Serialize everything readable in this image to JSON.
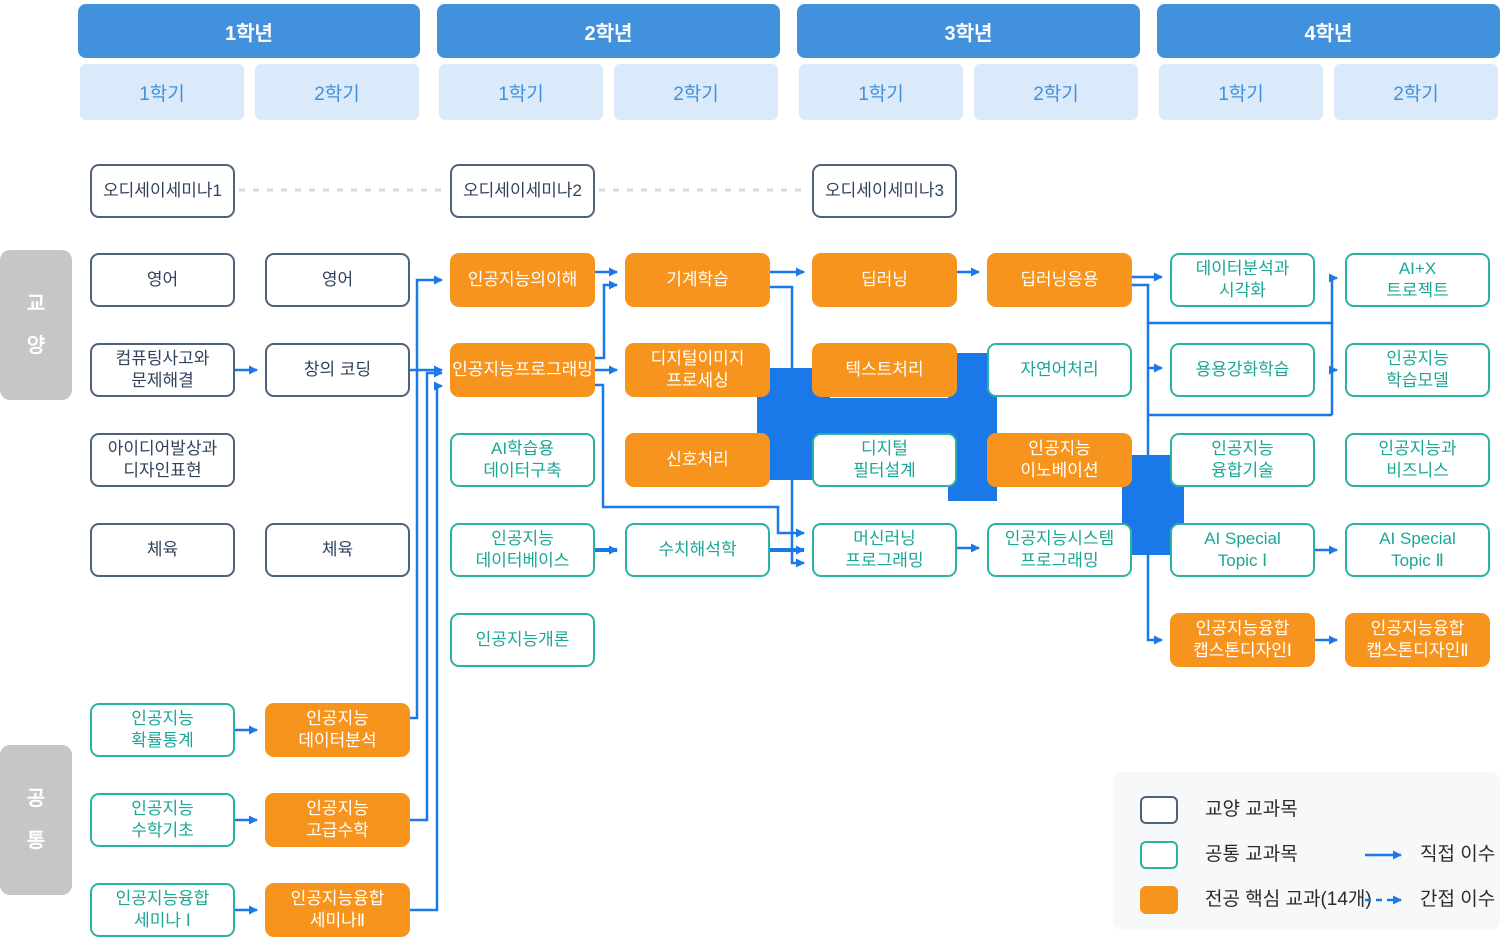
{
  "years": [
    {
      "label": "1학년",
      "semesters": [
        "1학기",
        "2학기"
      ]
    },
    {
      "label": "2학년",
      "semesters": [
        "1학기",
        "2학기"
      ]
    },
    {
      "label": "3학년",
      "semesters": [
        "1학기",
        "2학기"
      ]
    },
    {
      "label": "4학년",
      "semesters": [
        "1학기",
        "2학기"
      ]
    }
  ],
  "side_labels": {
    "top": "교\n양",
    "bottom": "공\n통"
  },
  "courses": {
    "odyssey1": {
      "label": "오디세이세미나1",
      "type": "liberal"
    },
    "odyssey2": {
      "label": "오디세이세미나2",
      "type": "liberal"
    },
    "odyssey3": {
      "label": "오디세이세미나3",
      "type": "liberal"
    },
    "english1": {
      "label": "영어",
      "type": "liberal"
    },
    "english2": {
      "label": "영어",
      "type": "liberal"
    },
    "computing": {
      "label": "컴퓨팅사고와\n문제해결",
      "type": "liberal"
    },
    "creative_coding": {
      "label": "창의 코딩",
      "type": "liberal"
    },
    "idea_design": {
      "label": "아이디어발상과\n디자인표현",
      "type": "liberal"
    },
    "pe1": {
      "label": "체육",
      "type": "liberal"
    },
    "pe2": {
      "label": "체육",
      "type": "liberal"
    },
    "ai_understanding": {
      "label": "인공지능의이해",
      "type": "core"
    },
    "machine_learning": {
      "label": "기계학습",
      "type": "core"
    },
    "deep_learning": {
      "label": "딥러닝",
      "type": "core"
    },
    "dl_application": {
      "label": "딥러닝응용",
      "type": "core"
    },
    "ai_programming": {
      "label": "인공지능프로그래밍",
      "type": "core"
    },
    "digital_image": {
      "label": "디지털이미지\n프로세싱",
      "type": "core"
    },
    "text_processing": {
      "label": "텍스트처리",
      "type": "core"
    },
    "signal_processing": {
      "label": "신호처리",
      "type": "core"
    },
    "ai_innovation": {
      "label": "인공지능\n이노베이션",
      "type": "core"
    },
    "capstone1": {
      "label": "인공지능융합\n캡스톤디자인Ⅰ",
      "type": "core"
    },
    "capstone2": {
      "label": "인공지능융합\n캡스톤디자인Ⅱ",
      "type": "core"
    },
    "data_analysis": {
      "label": "인공지능\n데이터분석",
      "type": "core"
    },
    "adv_math": {
      "label": "인공지능\n고급수학",
      "type": "core"
    },
    "seminar2": {
      "label": "인공지능융합\n세미나Ⅱ",
      "type": "core"
    },
    "ai_data_build": {
      "label": "AI학습용\n데이터구축",
      "type": "common"
    },
    "digital_filter": {
      "label": "디지털\n필터설계",
      "type": "common"
    },
    "nlp": {
      "label": "자연어처리",
      "type": "common"
    },
    "data_viz": {
      "label": "데이터분석과\n시각화",
      "type": "common"
    },
    "aix_project": {
      "label": "AI+X\n트로젝트",
      "type": "common"
    },
    "reinforcement": {
      "label": "용용강화학습",
      "type": "common"
    },
    "ai_learning_model": {
      "label": "인공지능\n학습모델",
      "type": "common"
    },
    "ai_fusion_tech": {
      "label": "인공지능\n융합기술",
      "type": "common"
    },
    "ai_business": {
      "label": "인공지능과\n비즈니스",
      "type": "common"
    },
    "ai_database": {
      "label": "인공지능\n데이터베이스",
      "type": "common"
    },
    "numerical": {
      "label": "수치해석학",
      "type": "common"
    },
    "ml_programming": {
      "label": "머신러닝\n프로그래밍",
      "type": "common"
    },
    "ai_system_prog": {
      "label": "인공지능시스템\n프로그래밍",
      "type": "common"
    },
    "ai_special1": {
      "label": "AI Special\nTopic Ⅰ",
      "type": "common"
    },
    "ai_special2": {
      "label": "AI Special\nTopic Ⅱ",
      "type": "common"
    },
    "ai_intro": {
      "label": "인공지능개론",
      "type": "common"
    },
    "prob_stat": {
      "label": "인공지능\n확률통계",
      "type": "common"
    },
    "math_basic": {
      "label": "인공지능\n수학기초",
      "type": "common"
    },
    "seminar1": {
      "label": "인공지능융합\n세미나 Ⅰ",
      "type": "common"
    }
  },
  "legend": {
    "items": [
      {
        "label": "교양 교과목",
        "type": "liberal"
      },
      {
        "label": "공통 교과목",
        "type": "common"
      },
      {
        "label": "전공 핵심 교과(14개)",
        "type": "core"
      }
    ],
    "arrow_items": [
      {
        "label": "직접 이수",
        "style": "solid"
      },
      {
        "label": "간접 이수",
        "style": "dashed"
      }
    ]
  },
  "colors": {
    "accent_blue": "#1A78E8",
    "header_blue": "#4291DC",
    "header_light_blue": "#DAEAFB",
    "core_orange": "#F7941E",
    "common_teal": "#2BB3A2",
    "liberal_navy": "#50617C",
    "side_gray": "#C4C6C8",
    "dash_gray": "#D9D9D9"
  }
}
